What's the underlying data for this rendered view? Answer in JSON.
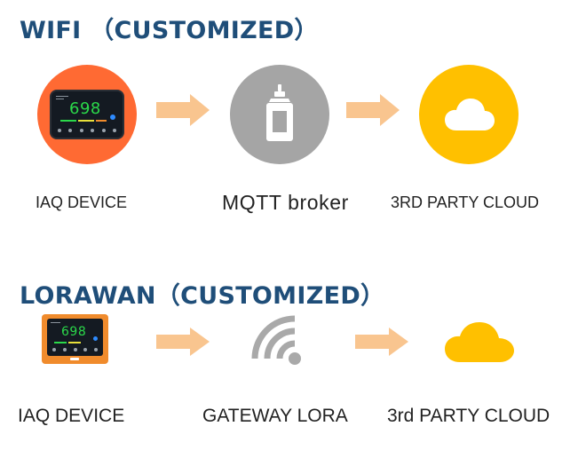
{
  "sections": {
    "wifi": {
      "heading": "WIFI  （CUSTOMIZED）",
      "nodes": {
        "device": {
          "label": "IAQ DEVICE",
          "screen_value": "698",
          "bg_color": "#ff6a33",
          "icon": "iaq-device-icon"
        },
        "broker": {
          "label": "MQTT broker",
          "bg_color": "#a5a5a5",
          "icon": "bottle-icon"
        },
        "cloud": {
          "label": "3RD PARTY CLOUD",
          "bg_color": "#ffc000",
          "icon": "cloud-icon"
        }
      }
    },
    "lorawan": {
      "heading": "LORAWAN（CUSTOMIZED）",
      "nodes": {
        "device": {
          "label": "IAQ DEVICE",
          "screen_value": "698",
          "frame_color": "#f08b2c",
          "icon": "iaq-device-icon"
        },
        "gateway": {
          "label": "GATEWAY LORA",
          "color": "#a9a9a9",
          "icon": "wifi-signal-icon"
        },
        "cloud": {
          "label": "3rd PARTY CLOUD",
          "color": "#ffc000",
          "icon": "cloud-icon"
        }
      }
    }
  },
  "arrow_color": "#f9c58f"
}
